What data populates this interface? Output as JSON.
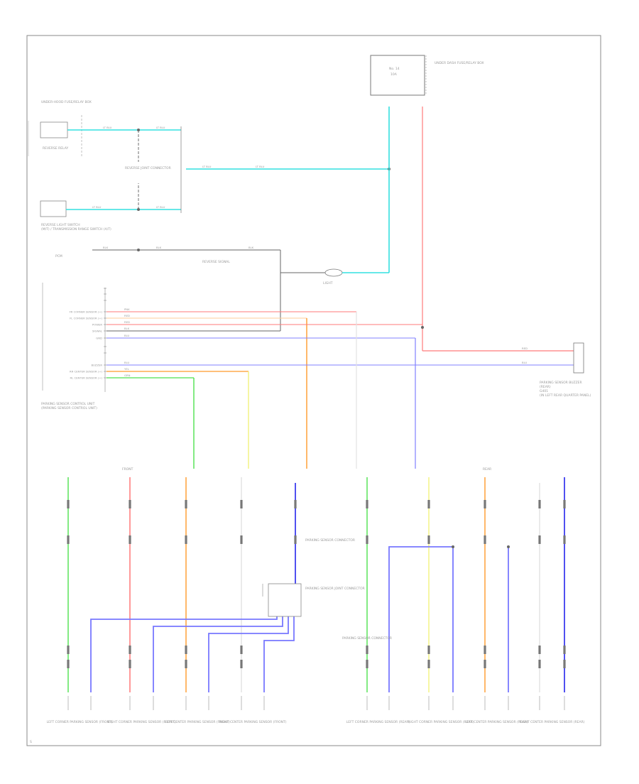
{
  "colors": {
    "cyan": "#34e0e0",
    "red": "#ff6e6e",
    "pink": "#ff8585",
    "orange": "#ff9a2a",
    "yellow": "#f2f27c",
    "green": "#4ee04e",
    "blue": "#5050f0",
    "blueLight": "#7878ff",
    "white": "#e2e2e2",
    "gray": "#a0a0a0",
    "dark": "#666666"
  },
  "labels": {
    "fuse_box": "UNDER DASH FUSE/RELAY BOX",
    "fuse": "10A",
    "fuse_ref": "No. 14",
    "reverse_relay_box": "UNDER-HOOD FUSE/RELAY BOX",
    "reverse_relay": "REVERSE RELAY",
    "reverse_light_switch": "REVERSE LIGHT SWITCH",
    "reverse_light_switch_note": "(M/T) / TRANSMISSION RANGE SWITCH (A/T)",
    "joint_connector": "REVERSE JOINT CONNECTOR",
    "pcm": "PCM",
    "combination_light": "LIGHT",
    "parking_unit": "PARKING SENSOR CONTROL UNIT",
    "parking_unit_ref": "(PARKING SENSOR CONTROL UNIT)",
    "pcm_relay": "REVERSE SIGNAL",
    "ground": "G401",
    "buzzer": "PARKING SENSOR BUZZER",
    "buzzer_note": "(REAR)",
    "sensor_joint": "PARKING SENSOR JOINT CONNECTOR",
    "front_section": "FRONT",
    "rear_section": "REAR",
    "sensor_connector": "PARKING SENSOR CONNECTOR",
    "unit_note": "(IN LEFT REAR QUARTER PANEL)",
    "footer": "S",
    "sensors": [
      "LEFT CORNER PARKING SENSOR (FRONT)",
      "RIGHT CORNER PARKING SENSOR (FRONT)",
      "LEFT CENTER PARKING SENSOR (FRONT)",
      "RIGHT CENTER PARKING SENSOR (FRONT)",
      "LEFT CORNER PARKING SENSOR (REAR)",
      "RIGHT CORNER PARKING SENSOR (REAR)",
      "LEFT CENTER PARKING SENSOR (REAR)",
      "RIGHT CENTER PARKING SENSOR (REAR)"
    ]
  },
  "unit_pins": [
    "",
    "",
    "",
    "FR CORNER SENSOR (+)",
    "FL CORNER SENSOR (+)",
    "POWER",
    "SIGNAL",
    "GND",
    "",
    "",
    "BUZZER",
    "RR CENTER SENSOR (+)",
    "RL CENTER SENSOR (+)"
  ],
  "wire_codes": {
    "lt_blu": "LT BLU",
    "blk": "BLK",
    "red": "RED",
    "pnk": "PNK",
    "org": "ORG",
    "yel": "YEL",
    "grn": "GRN",
    "blu": "BLU",
    "wht": "WHT"
  }
}
